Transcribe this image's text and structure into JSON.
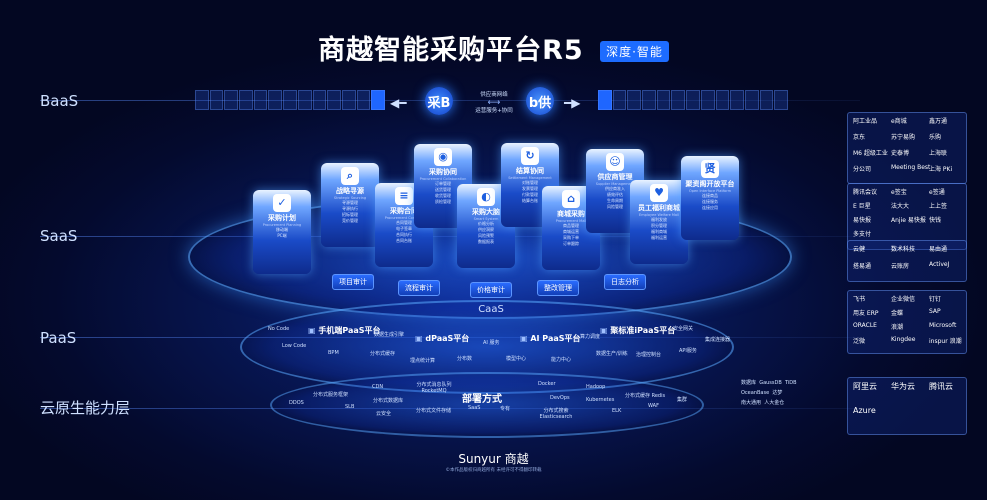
{
  "title": "商越智能采购平台R5",
  "subtitle_badge": "深度·智能",
  "layers": [
    "BaaS",
    "SaaS",
    "PaaS",
    "云原生能力层"
  ],
  "baas": {
    "hub_b": "采B",
    "hub_g": "b供",
    "center_top": "供应商网络",
    "center_bottom": "运营服务+协同"
  },
  "saas": {
    "cards": [
      {
        "name": "采购计划",
        "en": "Procurement Planning",
        "icon": "✓",
        "lines": [
          "移动端",
          "PC端"
        ]
      },
      {
        "name": "战略寻源",
        "en": "Strategic Sourcing",
        "icon": "⌕",
        "lines": [
          "寻源管理",
          "寻源执行",
          "招标管理",
          "竞价管理"
        ]
      },
      {
        "name": "采购合同",
        "en": "Procurement Contract",
        "icon": "≡",
        "lines": [
          "合同管理",
          "电子签章",
          "合同执行",
          "合同台账"
        ]
      },
      {
        "name": "采购协同",
        "en": "Procurement Collaboration",
        "icon": "◉",
        "lines": [
          "订单管理",
          "送货管理",
          "收货管理",
          "质检管理"
        ]
      },
      {
        "name": "采购大脑",
        "en": "Smart System",
        "icon": "◐",
        "lines": [
          "价格分析",
          "供应洞察",
          "风险预警",
          "数据报表"
        ]
      },
      {
        "name": "结算协同",
        "en": "Settlement Management",
        "icon": "↻",
        "lines": [
          "对账管理",
          "发票管理",
          "付款管理",
          "结算台账"
        ]
      },
      {
        "name": "商城采购",
        "en": "Procurement Mall",
        "icon": "⌂",
        "lines": [
          "商品管理",
          "商城运营",
          "采购下单",
          "订单跟踪"
        ]
      },
      {
        "name": "供应商管理",
        "en": "Supplier Management",
        "icon": "☺",
        "lines": [
          "供应商准入",
          "绩效评估",
          "生命周期",
          "风险管理"
        ]
      },
      {
        "name": "员工福利商城",
        "en": "Employee Welfare Mall",
        "icon": "♥",
        "lines": [
          "福利发放",
          "积分管理",
          "福利商城",
          "福利运营"
        ]
      },
      {
        "name": "聚资阁开放平台",
        "en": "Open Interface Platform",
        "icon": "贤",
        "lines": [
          "连接商品",
          "连接服务",
          "连接应用"
        ]
      }
    ],
    "pills": [
      "项目审计",
      "流程审计",
      "价格审计",
      "整改管理",
      "日志分析"
    ],
    "caas": "CaaS"
  },
  "paas": {
    "platforms": [
      "手机端PaaS平台",
      "dPaaS平台",
      "AI PaaS平台",
      "聚标准iPaaS平台"
    ],
    "labels": [
      "No Code",
      "Low Code",
      "BPM",
      "数据生成引擎",
      "分布式缓存",
      "埋点统计算",
      "AI 服务",
      "分布数",
      "模型中心",
      "算力调度",
      "能力中心",
      "数据生产/训练",
      "安全网关",
      "集成连接器",
      "API服务",
      "治理控制台"
    ]
  },
  "cloud": {
    "center": "部署方式",
    "labels": [
      "DDOS",
      "分布式服务框架",
      "CDN",
      "分布式消息队列 RocketMQ",
      "SLB",
      "分布式数据库",
      "云安全",
      "分布式文件存储",
      "SaaS",
      "专有",
      "Docker",
      "DevOps",
      "分布式搜索 Elasticsearch",
      "Hadoop",
      "Kubernetes",
      "分布式缓存 Redis",
      "ELK",
      "WAF",
      "集群"
    ]
  },
  "right_panels": [
    [
      "阿工业品",
      "e商城",
      "鑫万通",
      "京东",
      "苏宁易购",
      "乐购",
      "M6 超级工业",
      "史泰博",
      "上海联",
      "分公司",
      "Meeting Best",
      "上海 PKi"
    ],
    [
      "腾讯会议",
      "e签宝",
      "e签通",
      "E 巨星",
      "法大大",
      "上上签",
      "易快报",
      "Anjie 易快报",
      "快钱",
      "多支付"
    ],
    [
      "云健",
      "数术科技",
      "易由通",
      "搭易通",
      "云账房",
      "ActiveJ"
    ],
    [
      "飞书",
      "企业微信",
      "钉钉",
      "用友 ERP",
      "金蝶",
      "SAP",
      "ORACLE",
      "浪潮",
      "Microsoft",
      "泛微",
      "Kingdee",
      "inspur 浪潮"
    ],
    [
      "数据库",
      "GaussDB",
      "TiDB",
      "OceanBase",
      "达梦",
      "南大通用",
      "人大金仓"
    ],
    [
      "阿里云",
      "华为云",
      "腾讯云",
      "Azure"
    ]
  ],
  "footer": {
    "brand": "Sunyur 商越",
    "note": "©本作品版权归商越所有 未经许可不得翻印转载"
  }
}
